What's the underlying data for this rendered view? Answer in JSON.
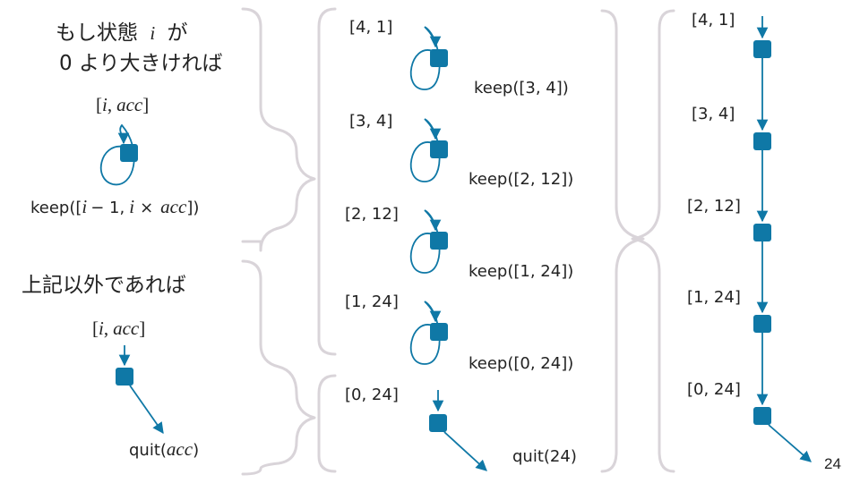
{
  "left_panel": {
    "cond_heading_line1": "もし状態",
    "cond_heading_var": "i",
    "cond_heading_suffix": "が",
    "cond_heading_line2": "0 より大きければ",
    "state_open": "[",
    "state_i": "i",
    "state_comma": ",",
    "state_acc": "acc",
    "state_close": "]",
    "keep_prefix": "keep([",
    "keep_i": "i",
    "keep_minus_one": "− 1,",
    "keep_i2": "i",
    "keep_times": "×",
    "keep_acc": "acc",
    "keep_suffix": "])",
    "else_heading": "上記以外であれば",
    "else_state_open": "[",
    "else_state_i": "i",
    "else_state_comma": ",",
    "else_state_acc": "acc",
    "else_state_close": "]",
    "quit_prefix": "quit(",
    "quit_acc": "acc",
    "quit_suffix": ")"
  },
  "middle_panel": {
    "steps": [
      {
        "state": "[4, 1]",
        "action": "keep([3, 4])"
      },
      {
        "state": "[3, 4]",
        "action": "keep([2, 12])"
      },
      {
        "state": "[2, 12]",
        "action": "keep([1, 24])"
      },
      {
        "state": "[1, 24]",
        "action": "keep([0, 24])"
      },
      {
        "state": "[0, 24]",
        "action": "quit(24)"
      }
    ]
  },
  "right_panel": {
    "states": [
      "[4, 1]",
      "[3, 4]",
      "[2, 12]",
      "[1, 24]",
      "[0, 24]"
    ],
    "result": "24"
  },
  "colors": {
    "node": "#0f78a6",
    "brace": "#d9d4d9",
    "text": "#222222"
  }
}
